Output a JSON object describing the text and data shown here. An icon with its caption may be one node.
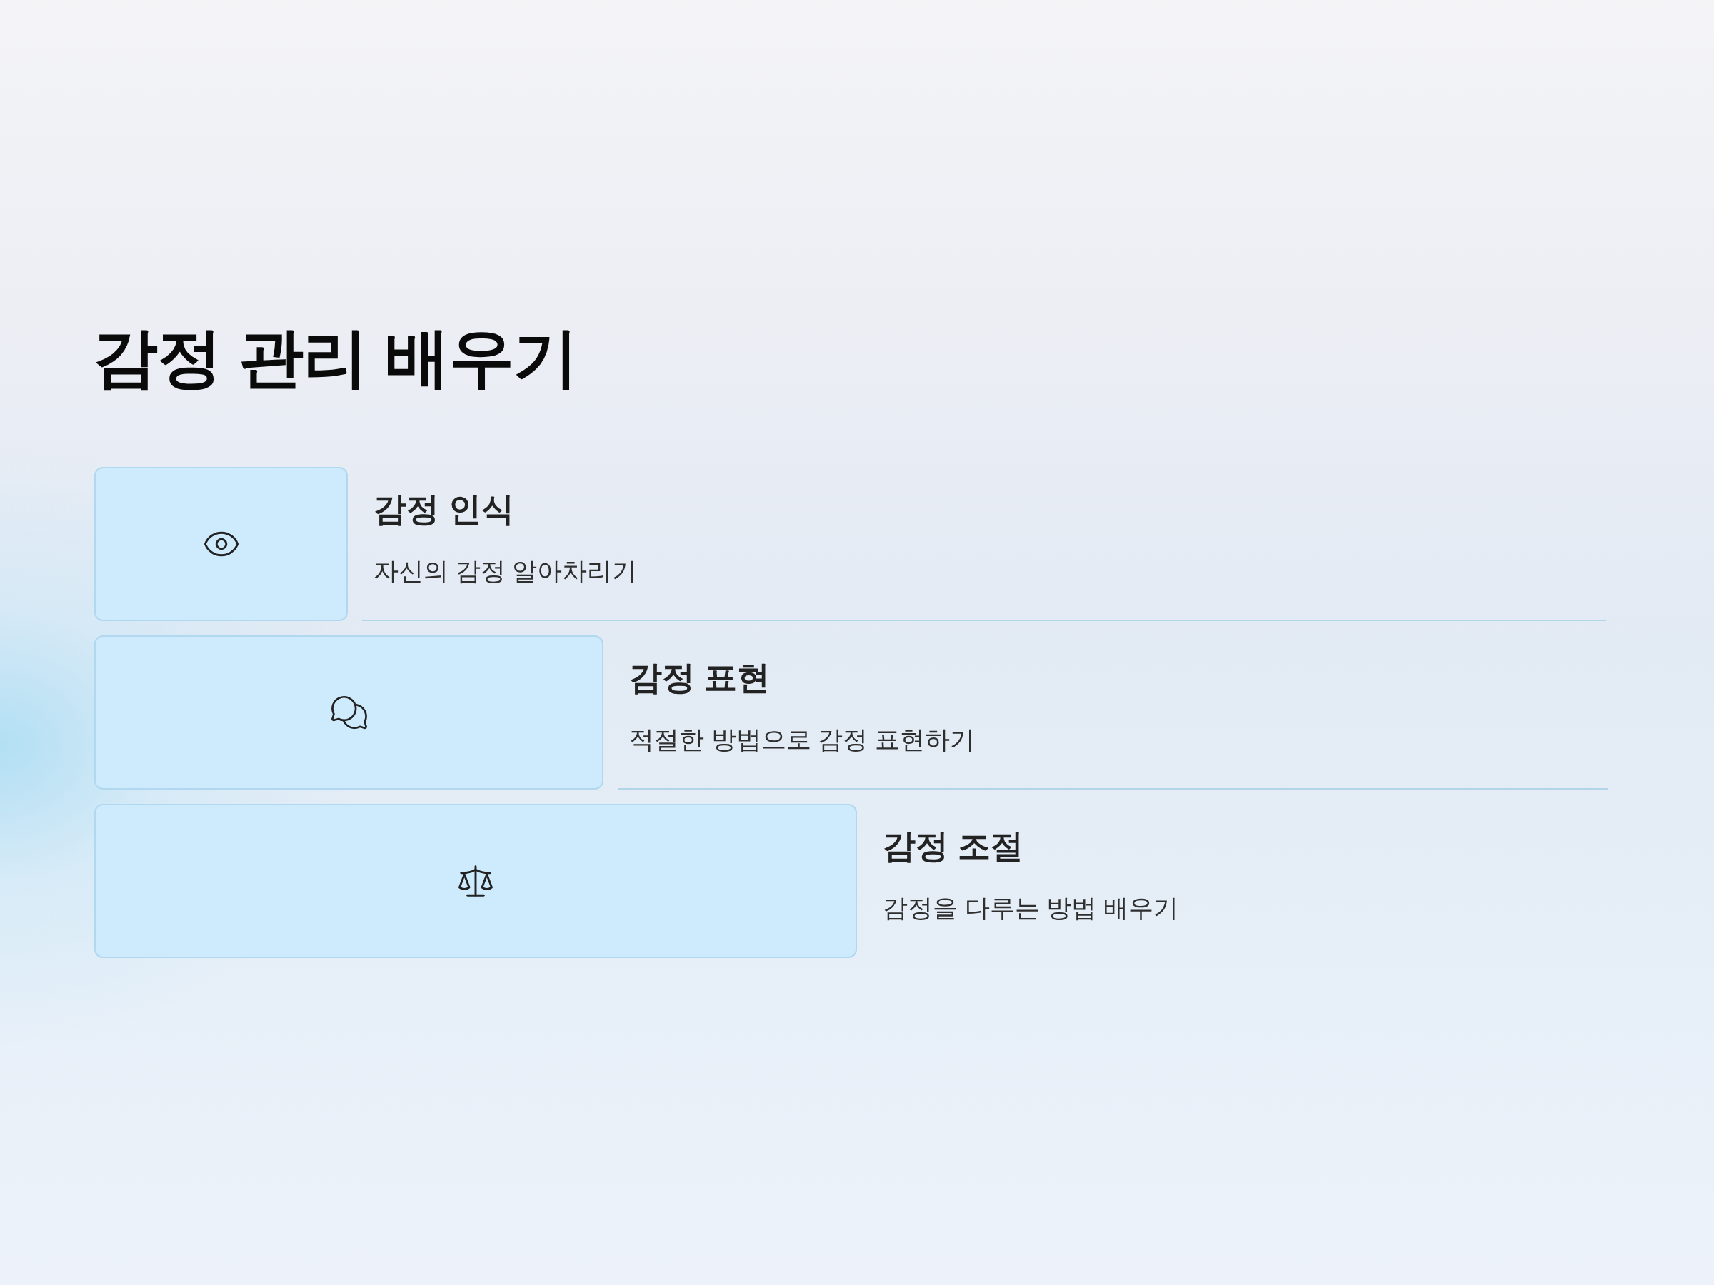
{
  "diagram": {
    "title": "감정 관리 배우기",
    "nodes": [
      {
        "text": [
          "감정 인식",
          "자신의 감정 알아차리기"
        ]
      },
      {
        "text": [
          "감정 표현",
          "적절한 방법으로 감정 표현하기"
        ]
      },
      {
        "text": [
          "감정 조절",
          "감정을 다루는 방법 배우기"
        ]
      }
    ]
  }
}
